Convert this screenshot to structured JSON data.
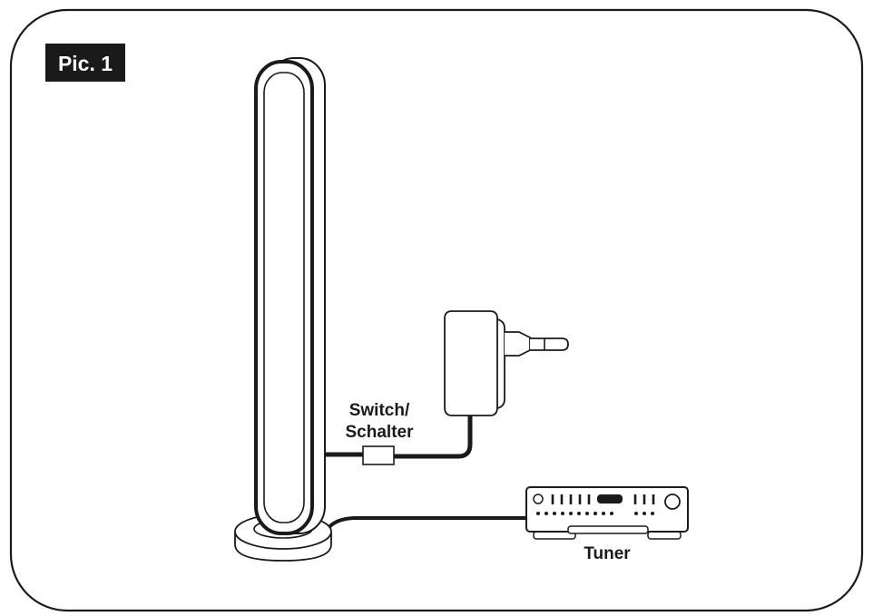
{
  "figure": {
    "badge_label": "Pic. 1",
    "switch_label_line1": "Switch/",
    "switch_label_line2": "Schalter",
    "tuner_label": "Tuner"
  },
  "colors": {
    "ink": "#1a1a1a",
    "badge_background": "#1a1a1a",
    "badge_text": "#ffffff",
    "background": "#ffffff"
  },
  "icons": {
    "lamp": "led-light-bar-icon",
    "adapter": "power-adapter-icon",
    "switch": "inline-switch-icon",
    "tuner": "tuner-device-icon"
  }
}
